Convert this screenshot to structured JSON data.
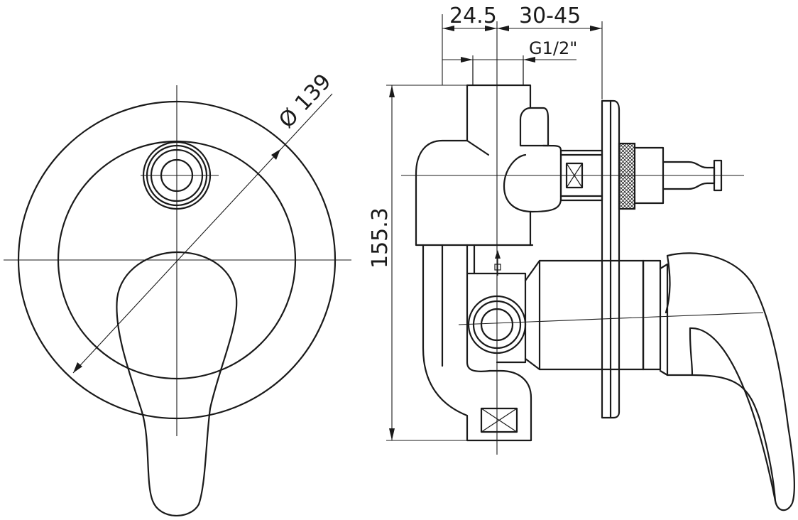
{
  "dimensions": {
    "diameter": "Ø 139",
    "height": "155.3",
    "depth_a": "24.5",
    "depth_b": "30-45",
    "thread": "G1/2\""
  }
}
